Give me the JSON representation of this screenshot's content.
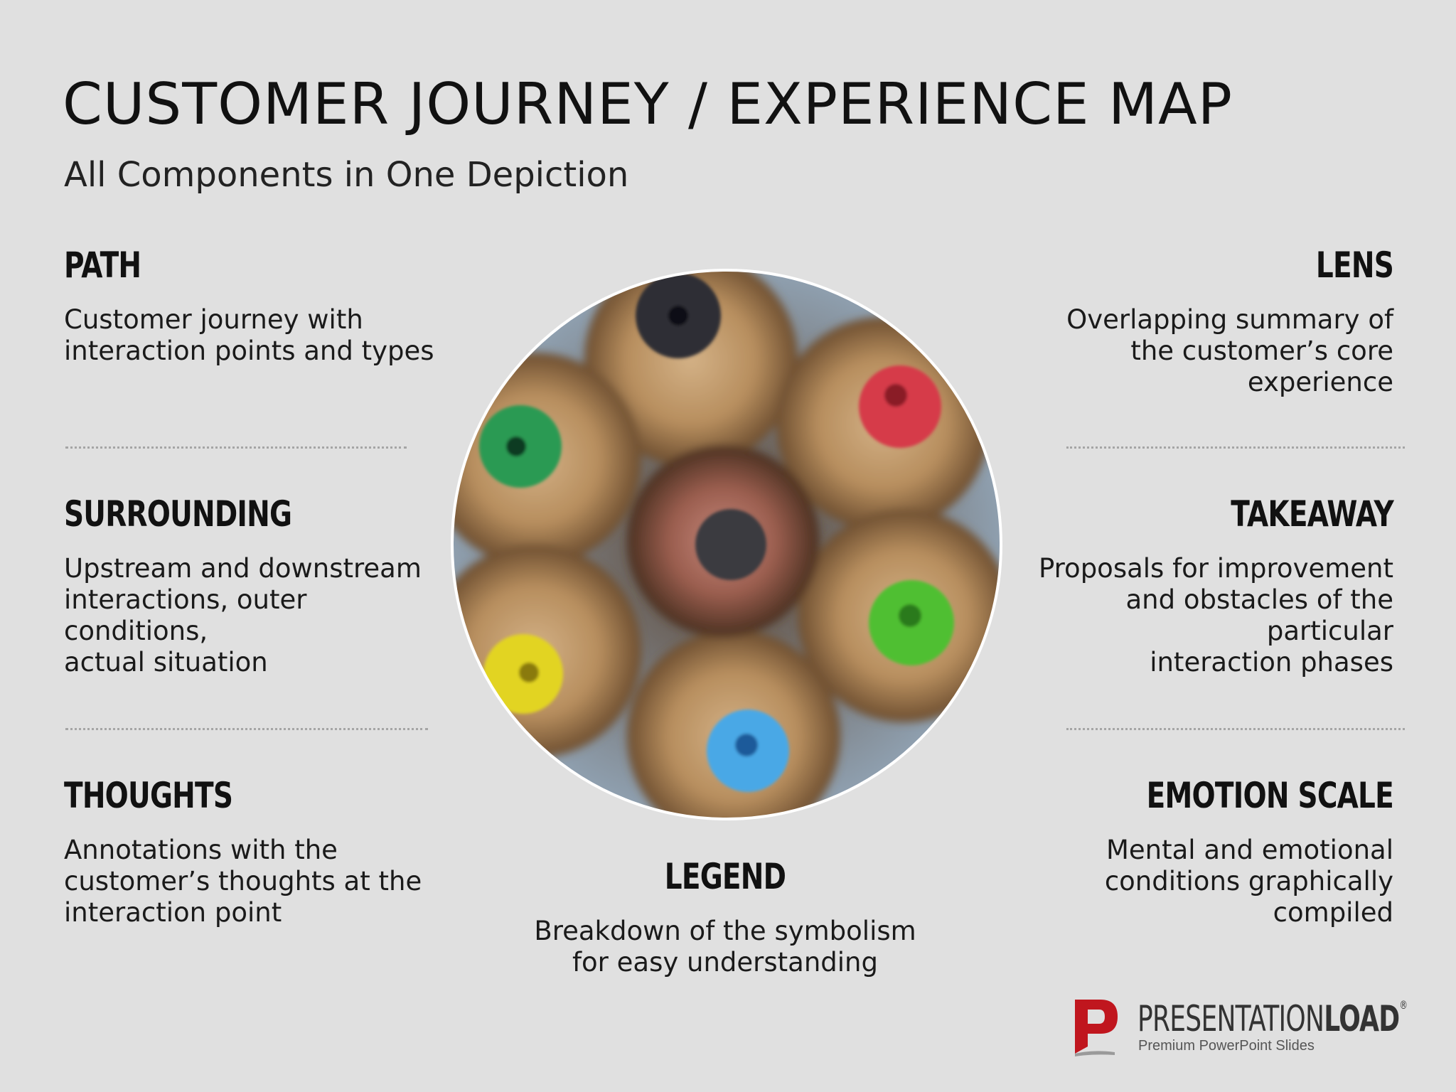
{
  "header": {
    "title": "CUSTOMER JOURNEY / EXPERIENCE MAP",
    "subtitle": "All Components in One Depiction"
  },
  "left_blocks": [
    {
      "heading": "PATH",
      "text": "Customer journey with\ninteraction points and types"
    },
    {
      "heading": "SURROUNDING",
      "text": "Upstream and downstream\ninteractions, outer\nconditions,\nactual situation"
    },
    {
      "heading": "THOUGHTS",
      "text": "Annotations with the\ncustomer’s thoughts at the\ninteraction point"
    }
  ],
  "right_blocks": [
    {
      "heading": "LENS",
      "text": "Overlapping summary of\nthe customer’s core\nexperience"
    },
    {
      "heading": "TAKEAWAY",
      "text": "Proposals for improvement\nand obstacles of the\nparticular\ninteraction phases"
    },
    {
      "heading": "EMOTION SCALE",
      "text": "Mental and emotional\nconditions graphically\ncompiled"
    }
  ],
  "legend": {
    "heading": "LEGEND",
    "text": "Breakdown of the symbolism\nfor easy understanding"
  },
  "photo": {
    "description_icon": "colored-pencils-photo",
    "pencil_tip_colors": [
      "#2e2e34",
      "#d63a48",
      "#2a9a52",
      "#3a3a40",
      "#4fbf32",
      "#e2d424",
      "#4aa8e6"
    ]
  },
  "logo": {
    "brand_light": "PRESENTATION",
    "brand_bold": "LOAD",
    "registered": "®",
    "tagline": "Premium PowerPoint Slides",
    "mark_color": "#c0161e"
  }
}
